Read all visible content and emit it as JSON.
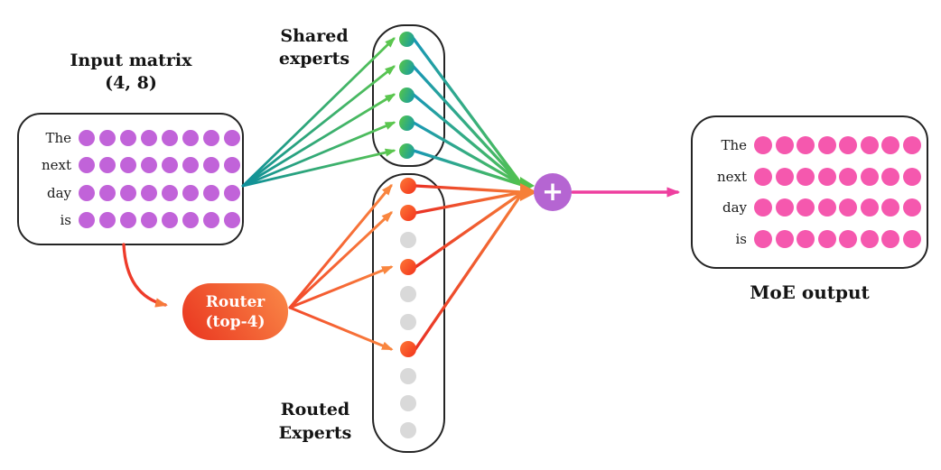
{
  "diagram": {
    "input": {
      "title_line1": "Input matrix",
      "title_line2": "(4, 8)",
      "row_labels": [
        "The",
        "next",
        "day",
        "is"
      ],
      "rows": 4,
      "cols": 8,
      "dot_color": "#c163d9"
    },
    "shared_experts": {
      "label_line1": "Shared",
      "label_line2": "experts",
      "count": 5,
      "dot_color_start": "#4ec054",
      "dot_color_end": "#1d9f9b"
    },
    "routed_experts": {
      "label_line1": "Routed",
      "label_line2": "Experts",
      "count": 10,
      "active_indices": [
        0,
        1,
        3,
        6
      ],
      "active_dot_color_start": "#fb6a31",
      "active_dot_color_end": "#f43d20",
      "inactive_dot_color": "#d9d9d9"
    },
    "router": {
      "label_line1": "Router",
      "label_line2": "(top-4)",
      "text_color": "#ffffff",
      "gradient_start": "#e9341f",
      "gradient_end": "#fa8a48"
    },
    "combiner": {
      "symbol": "+",
      "color": "#b565d2"
    },
    "output": {
      "label": "MoE output",
      "row_labels": [
        "The",
        "next",
        "day",
        "is"
      ],
      "rows": 4,
      "cols": 8,
      "dot_color": "#f558ae"
    },
    "edges": {
      "input_to_shared": {
        "start_color": "#0e8f9b",
        "end_color": "#5bc64f"
      },
      "shared_to_sum": {
        "start_color": "#1897b6",
        "end_color": "#53c24c"
      },
      "router_to_experts": {
        "start_color": "#f2492b",
        "end_color": "#f9863f"
      },
      "experts_to_sum": {
        "start_color": "#e93125",
        "end_color": "#f67f38"
      },
      "input_to_router": {
        "line_color": "#ee3b2a",
        "head_color": "#f6793a"
      },
      "sum_to_output": {
        "color": "#ee3f9f"
      }
    }
  }
}
